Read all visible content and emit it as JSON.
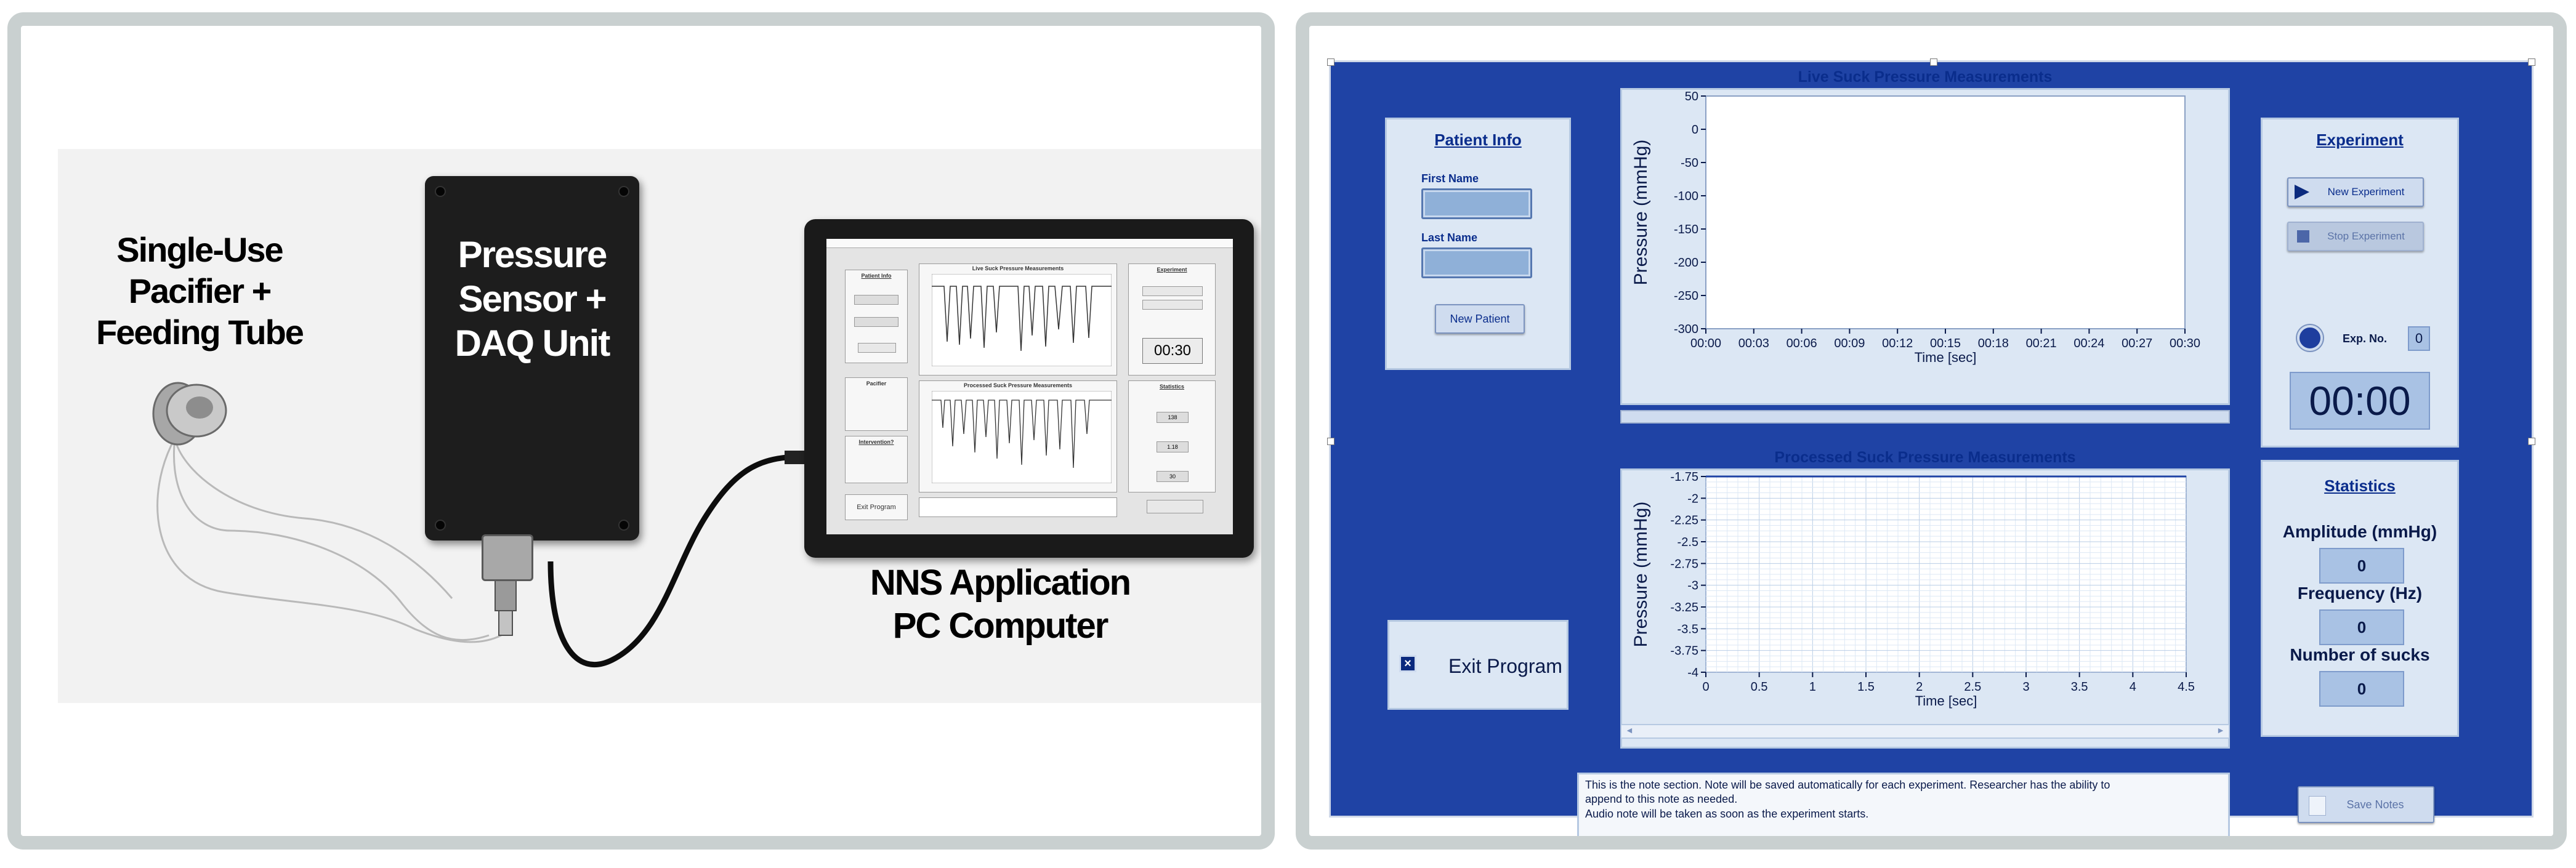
{
  "photo": {
    "labels": {
      "pacifier_line1": "Single-Use",
      "pacifier_line2": "Pacifier +",
      "pacifier_line3": "Feeding Tube",
      "daq_line1": "Pressure",
      "daq_line2": "Sensor +",
      "daq_line3": "DAQ Unit",
      "app_line1": "NNS Application",
      "app_line2": "PC Computer"
    },
    "tablet_screen": {
      "patient_info": "Patient Info",
      "live_title": "Live Suck Pressure Measurements",
      "processed_title": "Processed Suck Pressure Measurements",
      "experiment": "Experiment",
      "statistics": "Statistics",
      "timer": "00:30",
      "pacifier": "Pacifier",
      "intervention": "Intervention?",
      "exit": "Exit Program",
      "amplitude_value": "138",
      "frequency_value": "1.18",
      "sucks_value": "30"
    }
  },
  "app": {
    "patient_info": {
      "title": "Patient Info",
      "first_name_label": "First Name",
      "last_name_label": "Last Name",
      "first_name_value": "",
      "last_name_value": "",
      "new_patient_button": "New Patient"
    },
    "experiment": {
      "title": "Experiment",
      "new_experiment_button": "New Experiment",
      "stop_experiment_button": "Stop Experiment",
      "exp_no_label": "Exp. No.",
      "exp_no_value": "0",
      "timer": "00:00"
    },
    "statistics": {
      "title": "Statistics",
      "amplitude_label": "Amplitude (mmHg)",
      "amplitude_value": "0",
      "frequency_label": "Frequency (Hz)",
      "frequency_value": "0",
      "sucks_label": "Number of sucks",
      "sucks_value": "0"
    },
    "exit_button": "Exit Program",
    "notes": {
      "line1": "This is the note section. Note will be saved automatically for each experiment. Researcher has the ability to",
      "line2": "append to this note as needed.",
      "line3": "Audio note will be taken as soon as the experiment starts."
    },
    "save_notes_button": "Save Notes",
    "colors": {
      "background": "#1f43a5",
      "panel": "#dce7f4",
      "accent_text": "#0a2d8c"
    }
  },
  "chart_data": [
    {
      "type": "line",
      "title": "Live Suck Pressure Measurements",
      "xlabel": "Time [sec]",
      "ylabel": "Pressure (mmHg)",
      "x_ticks": [
        "00:00",
        "00:03",
        "00:06",
        "00:09",
        "00:12",
        "00:15",
        "00:18",
        "00:21",
        "00:24",
        "00:27",
        "00:30"
      ],
      "y_ticks": [
        50,
        0,
        -50,
        -100,
        -150,
        -200,
        -250,
        -300
      ],
      "ylim": [
        -300,
        50
      ],
      "grid": false,
      "series": []
    },
    {
      "type": "line",
      "title": "Processed Suck Pressure Measurements",
      "xlabel": "Time [sec]",
      "ylabel": "Pressure (mmHg)",
      "x_ticks": [
        0,
        0.5,
        1,
        1.5,
        2,
        2.5,
        3,
        3.5,
        4,
        4.5
      ],
      "y_ticks": [
        "-1.75",
        "-2",
        "-2.25",
        "-2.5",
        "-2.75",
        "-3",
        "-3.25",
        "-3.5",
        "-3.75",
        "-4"
      ],
      "xlim": [
        0,
        4.5
      ],
      "ylim": [
        -4,
        -1.75
      ],
      "grid": true,
      "series": []
    }
  ]
}
